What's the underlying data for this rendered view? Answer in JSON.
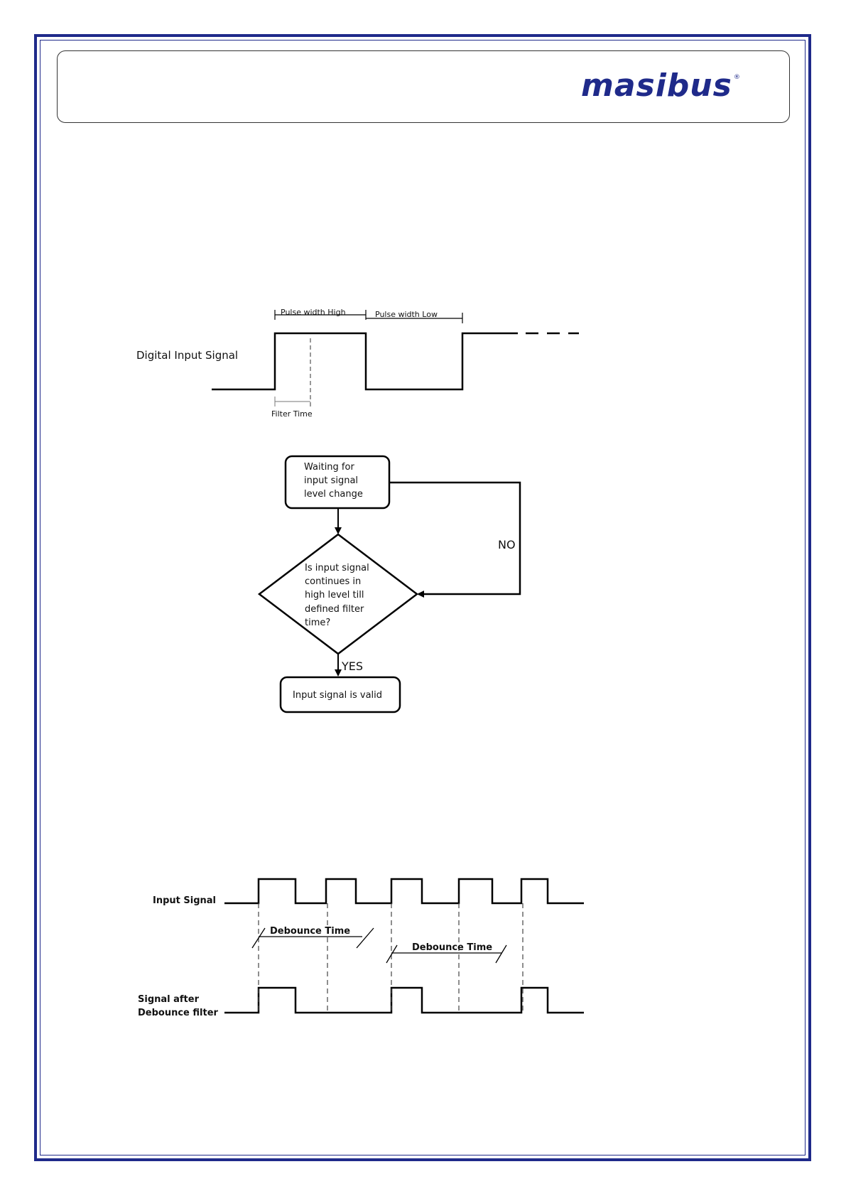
{
  "header": {
    "logo_text": "masibus",
    "logo_mark": "®",
    "brand_color": "#1f2a8a"
  },
  "timing_diagram": {
    "signal_label": "Digital Input Signal",
    "pulse_high_label": "Pulse width High",
    "pulse_low_label": "Pulse width Low",
    "filter_time_label": "Filter Time"
  },
  "flowchart": {
    "start_box": [
      "Waiting for",
      "input signal",
      "level change"
    ],
    "decision": [
      "Is input signal",
      "continues in",
      "high level till",
      "defined filter",
      "time?"
    ],
    "no_label": "NO",
    "yes_label": "YES",
    "end_box": "Input  signal is valid"
  },
  "debounce_diagram": {
    "input_label": "Input Signal",
    "output_label_line1": "Signal after",
    "output_label_line2": "Debounce filter",
    "debounce_label_1": "Debounce Time",
    "debounce_label_2": "Debounce Time"
  }
}
